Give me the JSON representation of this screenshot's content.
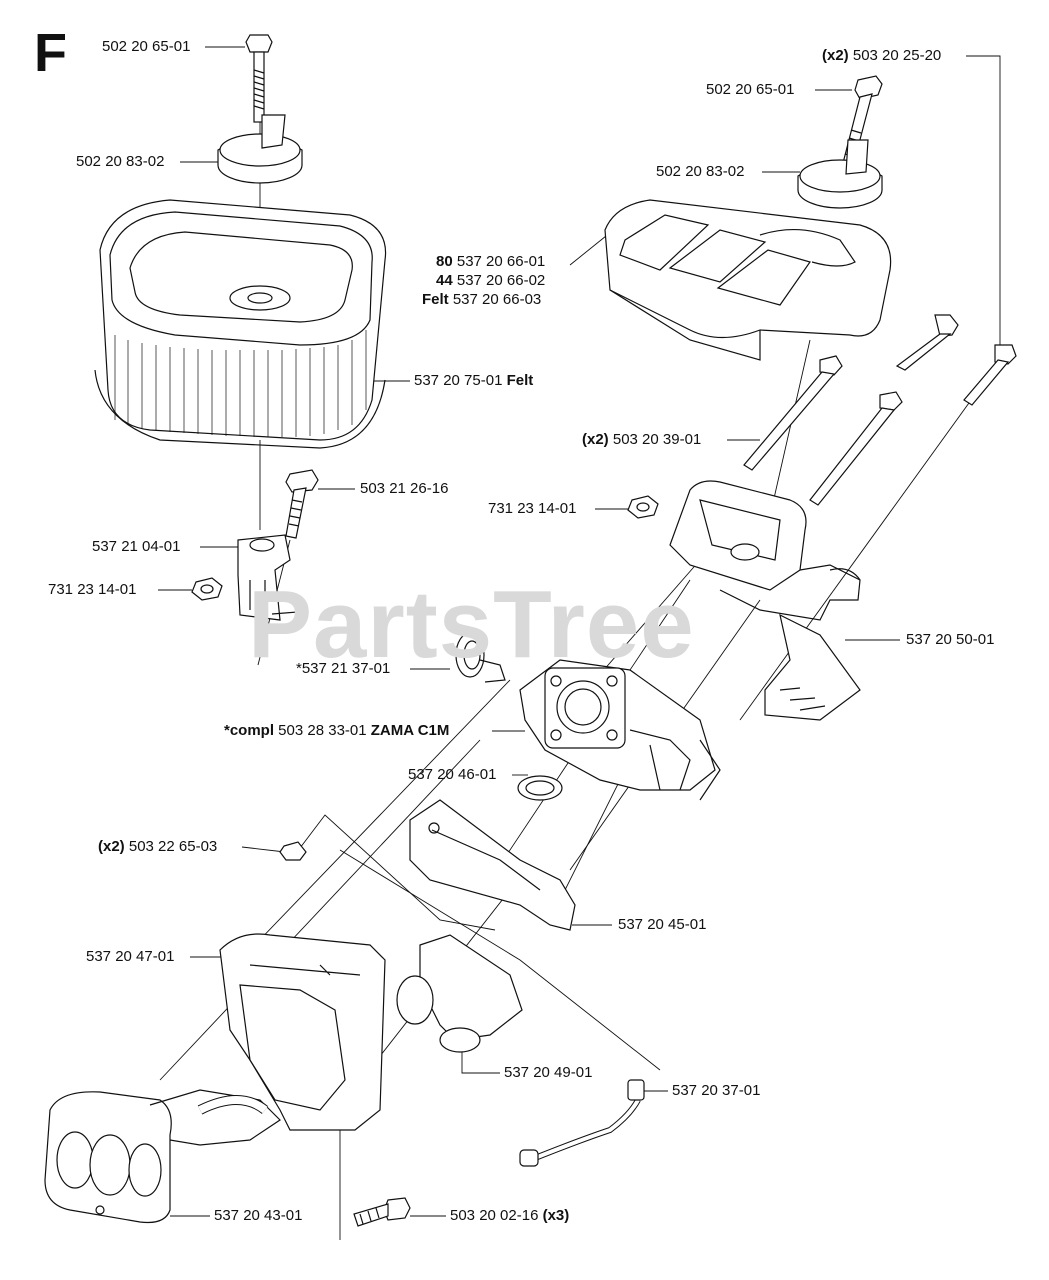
{
  "section": "F",
  "watermark": "PartsTree",
  "labels": {
    "l1": {
      "qty": "",
      "text": "502 20 65-01",
      "suffix": ""
    },
    "l2": {
      "qty": "",
      "text": "502 20 83-02",
      "suffix": ""
    },
    "l3": {
      "qty": "(x2)",
      "text": " 503 20 25-20",
      "suffix": ""
    },
    "l4": {
      "qty": "",
      "text": "502 20 65-01",
      "suffix": ""
    },
    "l5": {
      "qty": "",
      "text": "502 20 83-02",
      "suffix": ""
    },
    "l6a": {
      "qty": "80",
      "text": " 537 20 66-01",
      "suffix": ""
    },
    "l6b": {
      "qty": "44",
      "text": " 537 20 66-02",
      "suffix": ""
    },
    "l6c": {
      "qty": "Felt",
      "text": " 537 20 66-03",
      "suffix": ""
    },
    "l7": {
      "qty": "",
      "text": "537 20 75-01 ",
      "suffix": "Felt"
    },
    "l8": {
      "qty": "(x2)",
      "text": " 503 20 39-01",
      "suffix": ""
    },
    "l9": {
      "qty": "",
      "text": "503 21 26-16",
      "suffix": ""
    },
    "l10": {
      "qty": "",
      "text": "731 23 14-01",
      "suffix": ""
    },
    "l11": {
      "qty": "",
      "text": "537 21 04-01",
      "suffix": ""
    },
    "l12": {
      "qty": "",
      "text": "731 23 14-01",
      "suffix": ""
    },
    "l13": {
      "qty": "",
      "text": "537 20 50-01",
      "suffix": ""
    },
    "l14": {
      "qty": "",
      "text": "*537 21 37-01",
      "suffix": ""
    },
    "l15": {
      "qty": "*compl",
      "text": " 503 28 33-01 ",
      "suffix": "ZAMA C1M"
    },
    "l16": {
      "qty": "",
      "text": "537 20 46-01",
      "suffix": ""
    },
    "l17": {
      "qty": "(x2)",
      "text": " 503 22 65-03",
      "suffix": ""
    },
    "l18": {
      "qty": "",
      "text": "537 20 45-01",
      "suffix": ""
    },
    "l19": {
      "qty": "",
      "text": "537 20 47-01",
      "suffix": ""
    },
    "l20": {
      "qty": "",
      "text": "537 20 49-01",
      "suffix": ""
    },
    "l21": {
      "qty": "",
      "text": "537 20 37-01",
      "suffix": ""
    },
    "l22": {
      "qty": "",
      "text": "537 20 43-01",
      "suffix": ""
    },
    "l23": {
      "qty": "",
      "text": "503 20 02-16 ",
      "suffix": "(x3)"
    }
  }
}
